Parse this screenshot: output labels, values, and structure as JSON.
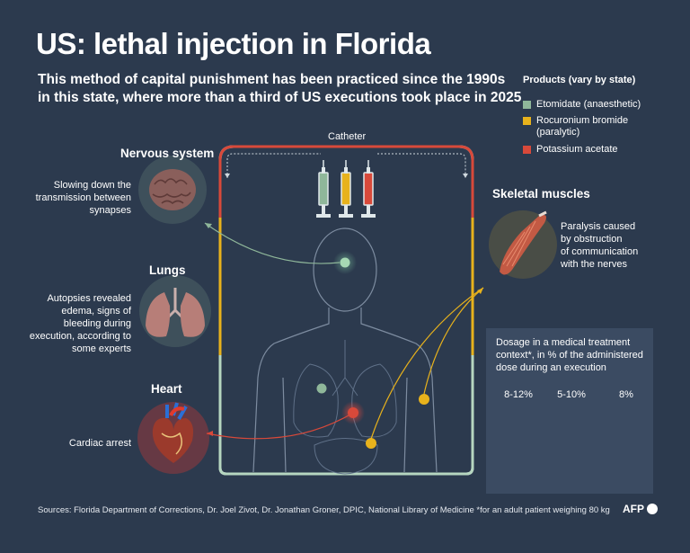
{
  "title": "US: lethal injection in Florida",
  "subtitle_line1": "This method of capital punishment has been practiced since the 1990s",
  "subtitle_line2": "in this state, where more than a third of US executions took place in 2025",
  "legend": {
    "title": "Products (vary by state)",
    "items": [
      {
        "label": "Etomidate (anaesthetic)",
        "color": "#8fb79a"
      },
      {
        "label_line1": "Rocuronium bromide",
        "label_line2": "(paralytic)",
        "color": "#e8b21c"
      },
      {
        "label": "Potassium acetate",
        "color": "#d8493a"
      }
    ]
  },
  "catheter_label": "Catheter",
  "organs": {
    "nervous": {
      "title": "Nervous system",
      "desc": [
        "Slowing down the",
        "transmission between",
        "synapses"
      ]
    },
    "lungs": {
      "title": "Lungs",
      "desc": [
        "Autopsies revealed",
        "edema, signs of",
        "bleeding during",
        "execution, according to",
        "some experts"
      ]
    },
    "heart": {
      "title": "Heart",
      "desc": [
        "Cardiac arrest"
      ]
    },
    "muscles": {
      "title": "Skeletal muscles",
      "desc": [
        "Paralysis caused",
        "by obstruction",
        "of communication",
        "with the nerves"
      ]
    }
  },
  "dosage": {
    "title": [
      "Dosage in a medical treatment",
      "context*, in % of the administered",
      "dose during an execution"
    ],
    "items": [
      {
        "label": "8-12%",
        "color": "#8fb79a"
      },
      {
        "label": "5-10%",
        "color": "#e8b21c"
      },
      {
        "label": "8%",
        "color": "#d8493a"
      }
    ]
  },
  "footer": "Sources: Florida Department of Corrections, Dr. Joel Zivot, Dr. Jonathan Groner, DPIC, National Library of Medicine *for an adult patient weighing 80 kg",
  "logo": "AFP"
}
